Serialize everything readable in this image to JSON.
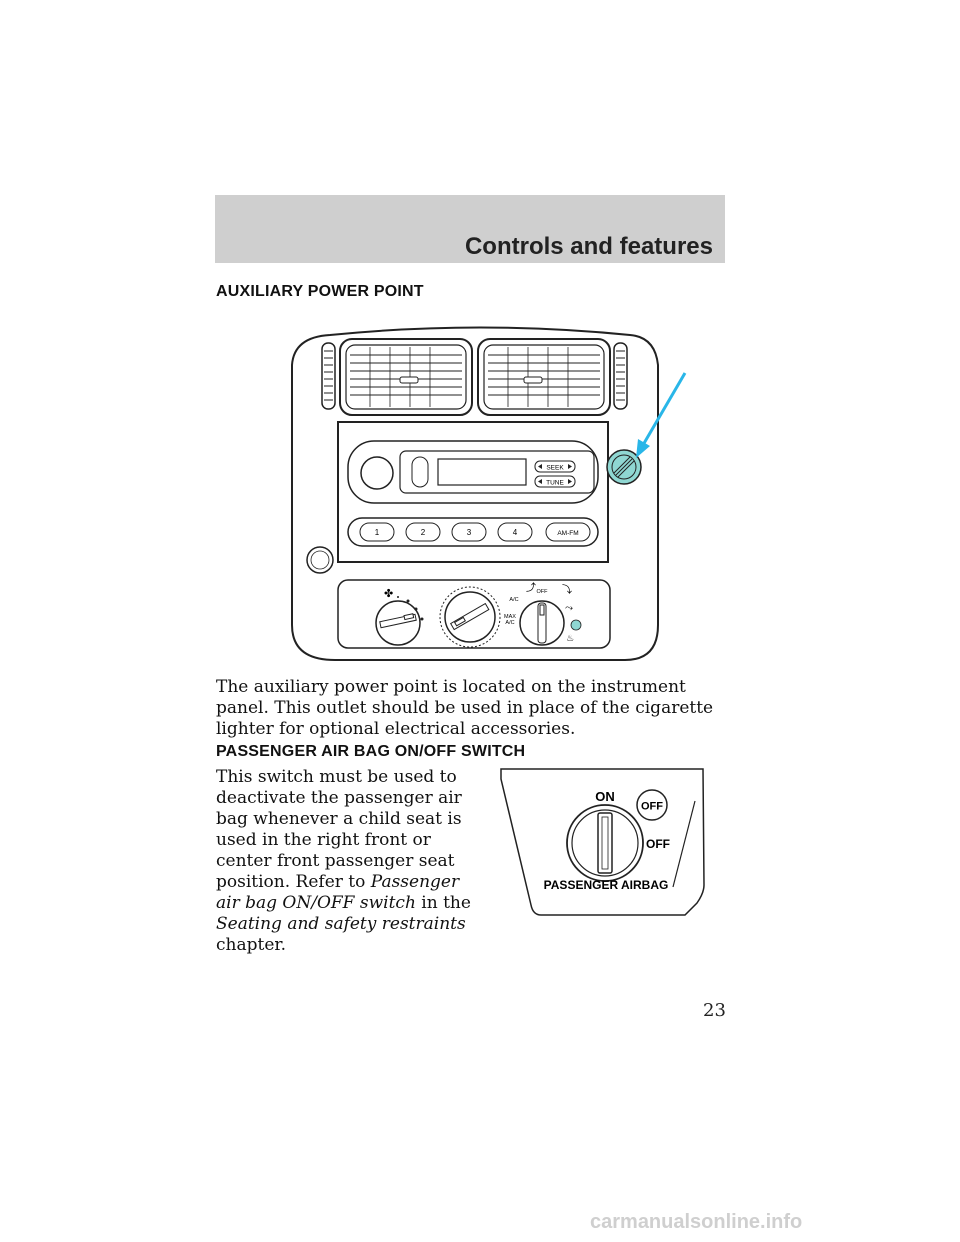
{
  "header": {
    "title": "Controls and features"
  },
  "section1": {
    "heading": "AUXILIARY POWER POINT",
    "paragraph": "The auxiliary power point is located on the instrument panel. This outlet should be used in place of the cigarette lighter for optional electrical accessories.",
    "panel": {
      "seek_label": "SEEK",
      "tune_label": "TUNE",
      "presets": [
        "1",
        "2",
        "3",
        "4"
      ],
      "band_label": "AM-FM",
      "climate_labels": {
        "off": "OFF",
        "ac": "A/C",
        "max_ac_line1": "MAX",
        "max_ac_line2": "A/C"
      }
    }
  },
  "section2": {
    "heading": "PASSENGER AIR BAG ON/OFF SWITCH",
    "text_part1": "This switch must be used to deactivate the passenger air bag whenever a child seat is used in the right front or center front passenger seat position. Refer to ",
    "link1": "Passenger air bag ON/OFF switch",
    "text_part2": " in the ",
    "link2": "Seating and safety restraints",
    "text_part3": " chapter.",
    "switch": {
      "on_label": "ON",
      "off_indicator": "OFF",
      "off_label": "OFF",
      "caption": "PASSENGER AIRBAG"
    }
  },
  "page_number": "23",
  "footer": {
    "watermark": "carmanualsonline.info"
  }
}
